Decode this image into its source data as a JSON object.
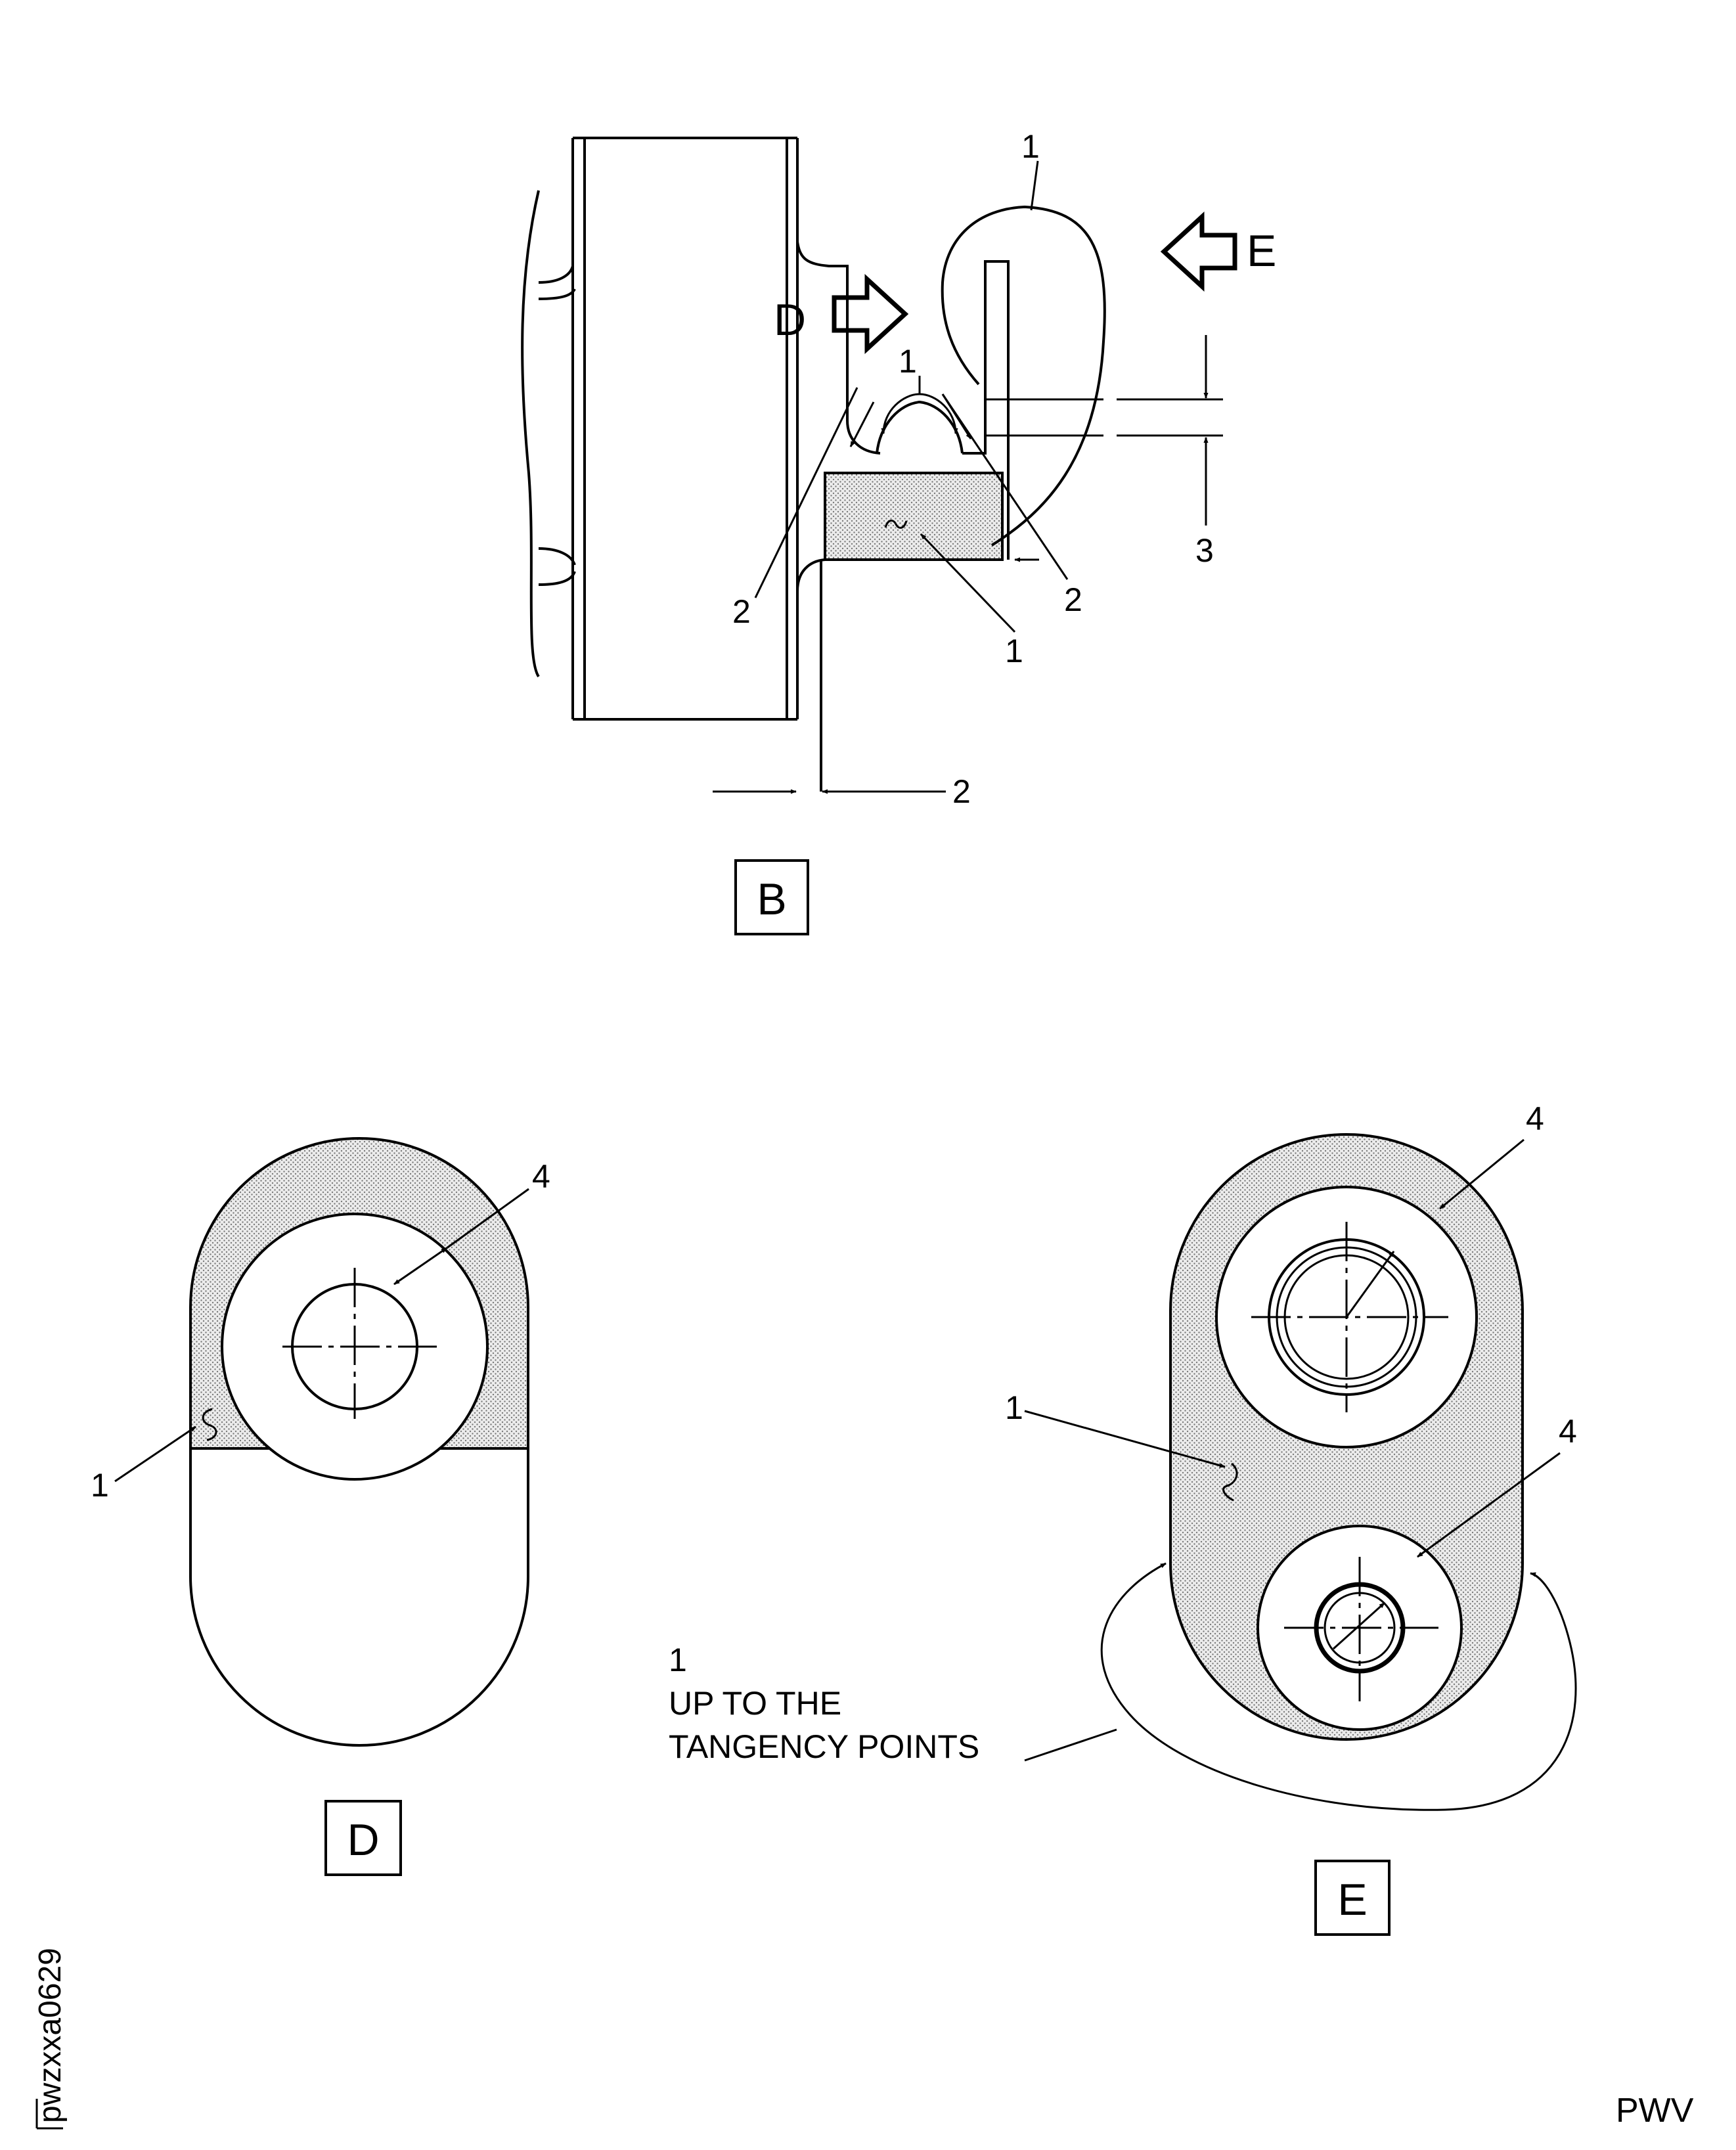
{
  "view_b": {
    "title": "B",
    "callouts": {
      "c1_top": "1",
      "c1_mid": "1",
      "c1_bottom": "1",
      "c2_left": "2",
      "c2_right": "2",
      "c2_bottom": "2",
      "c3_right": "3"
    },
    "view_arrows": {
      "d": "D",
      "e": "E"
    }
  },
  "view_d": {
    "title": "D",
    "callouts": {
      "c1": "1",
      "c4": "4"
    }
  },
  "view_e": {
    "title": "E",
    "callouts": {
      "c1": "1",
      "c4_top": "4",
      "c4_bottom": "4"
    },
    "note": {
      "number": "1",
      "line1": "UP TO THE",
      "line2": "TANGENCY POINTS"
    }
  },
  "figure_id": "pwzxxa0629",
  "corner_code": "PWV"
}
